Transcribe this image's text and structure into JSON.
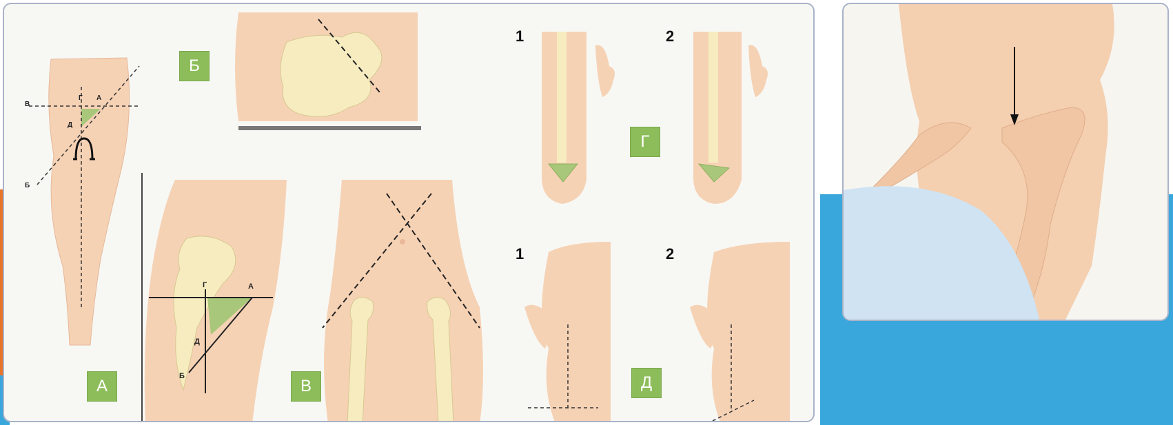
{
  "panels": {
    "A": {
      "badge": "А",
      "lines": {
        "v": "В",
        "g": "Г",
        "a": "А",
        "d": "Д",
        "b": "Б"
      }
    },
    "A2": {
      "g": "Г",
      "a": "А",
      "d": "Д",
      "b": "Б"
    },
    "B": {
      "badge": "Б"
    },
    "V": {
      "badge": "В"
    },
    "G": {
      "badge": "Г",
      "view1": "1",
      "view2": "2"
    },
    "D": {
      "badge": "Д",
      "view1": "1",
      "view2": "2"
    }
  },
  "colors": {
    "skin": "#f6d2b5",
    "bone": "#f6ecc0",
    "triangle": "#a9c77a",
    "badge": "#8dbd5a",
    "accent_blue": "#3aa7dc",
    "accent_orange": "#e8742a"
  },
  "icons": {
    "arrow": "down-arrow-icon"
  }
}
